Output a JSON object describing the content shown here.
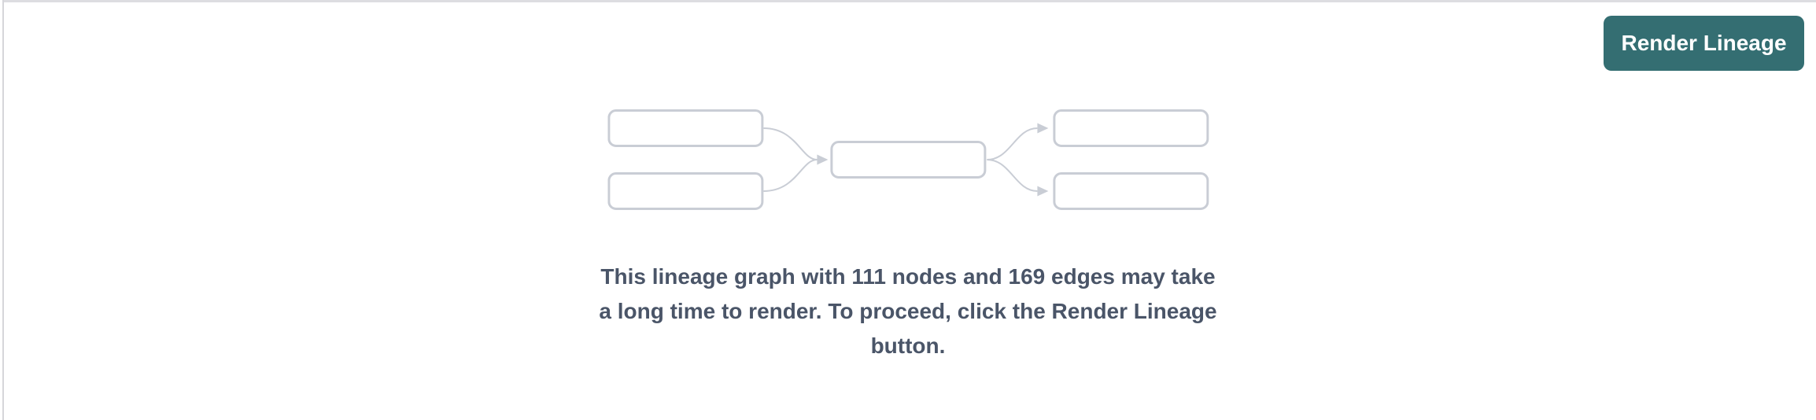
{
  "header": {
    "render_button_label": "Render Lineage"
  },
  "empty_state": {
    "message": "This lineage graph with 111 nodes and 169 edges may take\na long time to render. To proceed, click the Render Lineage\nbutton.",
    "node_count": 111,
    "edge_count": 169
  },
  "colors": {
    "accent_teal": "#346E72",
    "button_text": "#FFFFFF",
    "diagram_gray": "#C9CDD5",
    "message_text": "#4A5568",
    "top_border": "#DDDDE1",
    "left_border": "#D6D6DA",
    "page_bg": "#FFFFFF"
  }
}
